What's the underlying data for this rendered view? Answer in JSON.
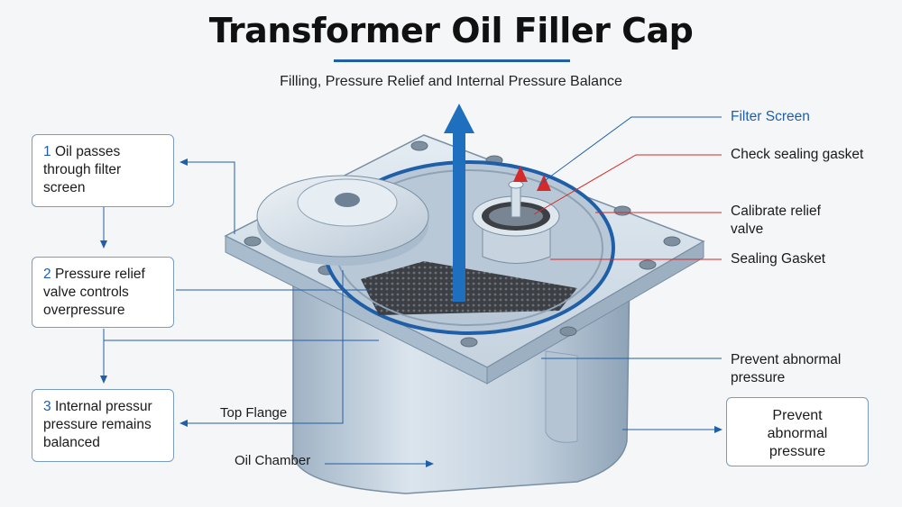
{
  "title": "Transformer Oil Filler Cap",
  "subtitle": "Filling, Pressure Relief and Internal Pressure Balance",
  "steps": [
    {
      "num": "1",
      "text": "Oil passes through filter screen"
    },
    {
      "num": "2",
      "text": "Pressure relief valve controls overpressure"
    },
    {
      "num": "3",
      "text": "Internal pressur pressure remains balanced"
    }
  ],
  "callouts": {
    "filter_screen": "Filter Screen",
    "check_gasket": "Check sealing gasket",
    "relief_valve": "Calibrate relief valve",
    "sealing_gasket": "Sealing Gasket",
    "prevent_pressure": "Prevent abnormal pressure"
  },
  "result_box": "Prevent abnormal pressure",
  "part_labels": {
    "top_flange": "Top Flange",
    "oil_chamber": "Oil Chamber"
  },
  "colors": {
    "accent_blue": "#1f5fa8",
    "leader_red": "#d42a2a",
    "metal": "#c9d6e2"
  }
}
